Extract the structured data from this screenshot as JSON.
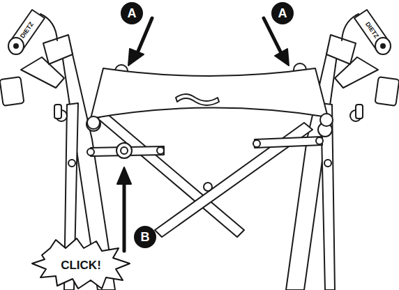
{
  "diagram": {
    "labels": [
      "A",
      "A",
      "B",
      "CLICK!",
      "DIETZ",
      "DIETZ"
    ]
  }
}
